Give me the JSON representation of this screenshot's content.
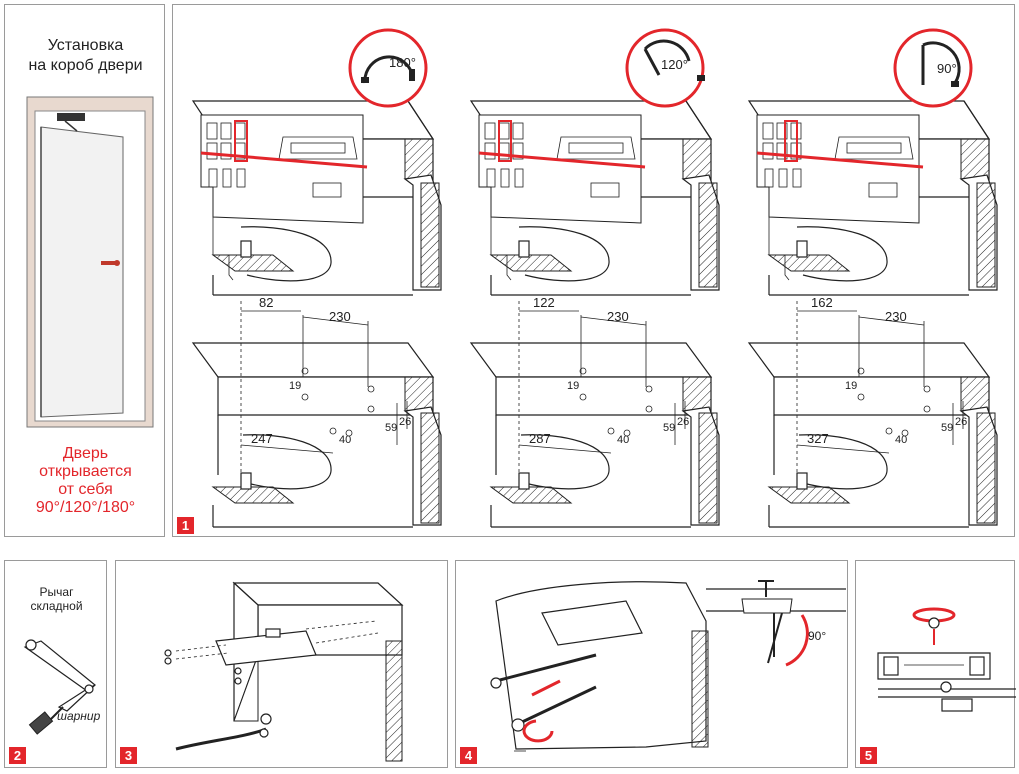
{
  "install": {
    "title_line1": "Установка",
    "title_line2": "на короб двери",
    "caption_line1": "Дверь",
    "caption_line2": "открывается",
    "caption_line3": "от себя",
    "caption_line4": "90°/120°/180°"
  },
  "angles": [
    "180°",
    "120°",
    "90°"
  ],
  "dimensions": [
    {
      "a": "82",
      "b": "230",
      "c": "247"
    },
    {
      "a": "122",
      "b": "230",
      "c": "287"
    },
    {
      "a": "162",
      "b": "230",
      "c": "327"
    }
  ],
  "small_dims": {
    "d19": "19",
    "d40": "40",
    "d59": "59",
    "d26": "26"
  },
  "step_numbers": {
    "s1": "1",
    "s2": "2",
    "s3": "3",
    "s4": "4",
    "s5": "5"
  },
  "panel2": {
    "title_line1": "Рычаг",
    "title_line2": "складной",
    "hinge_label": "шарнир"
  },
  "panel4": {
    "angle_label": "90°"
  },
  "colors": {
    "accent": "#e3262b",
    "door": "#f2f2f2",
    "frame": "#e8d9cf"
  }
}
